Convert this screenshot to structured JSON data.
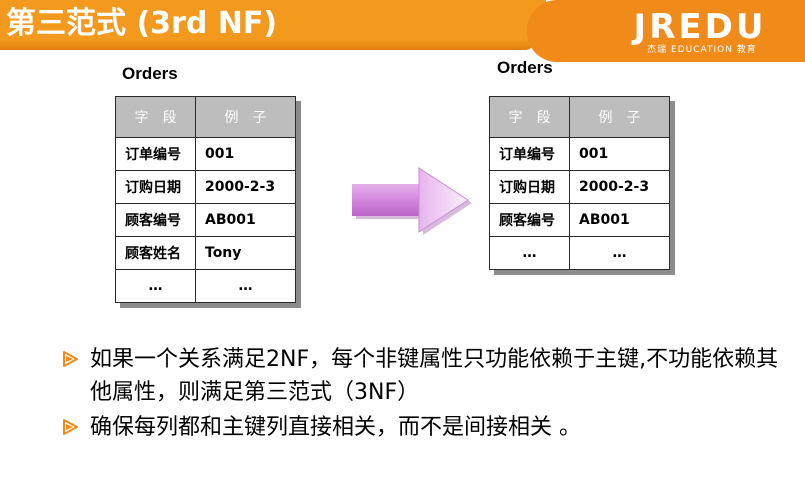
{
  "header": {
    "title": "第三范式 (3rd NF)",
    "logo_text": "JREDU",
    "logo_subtitle": "杰瑞 EDUCATION 教育",
    "accent_color": "#f39a1e"
  },
  "table_left": {
    "caption": "Orders",
    "headers": [
      "字段",
      "例子"
    ],
    "rows": [
      [
        "订单编号",
        "001"
      ],
      [
        "订购日期",
        "2000-2-3"
      ],
      [
        "顾客编号",
        "AB001"
      ],
      [
        "顾客姓名",
        "Tony"
      ],
      [
        "…",
        "…"
      ]
    ]
  },
  "table_right": {
    "caption": "Orders",
    "headers": [
      "字段",
      "例子"
    ],
    "rows": [
      [
        "订单编号",
        "001"
      ],
      [
        "订购日期",
        "2000-2-3"
      ],
      [
        "顾客编号",
        "AB001"
      ],
      [
        "…",
        "…"
      ]
    ]
  },
  "arrow": {
    "icon": "right-arrow-icon",
    "color": "#b34fbf"
  },
  "bullets": [
    "如果一个关系满足2NF，每个非键属性只功能依赖于主键,不功能依赖其他属性，则满足第三范式（3NF）",
    "确保每列都和主键列直接相关，而不是间接相关 。"
  ],
  "bullet_icon": "triangle-bullet-icon",
  "bullet_color": "#f08a18"
}
